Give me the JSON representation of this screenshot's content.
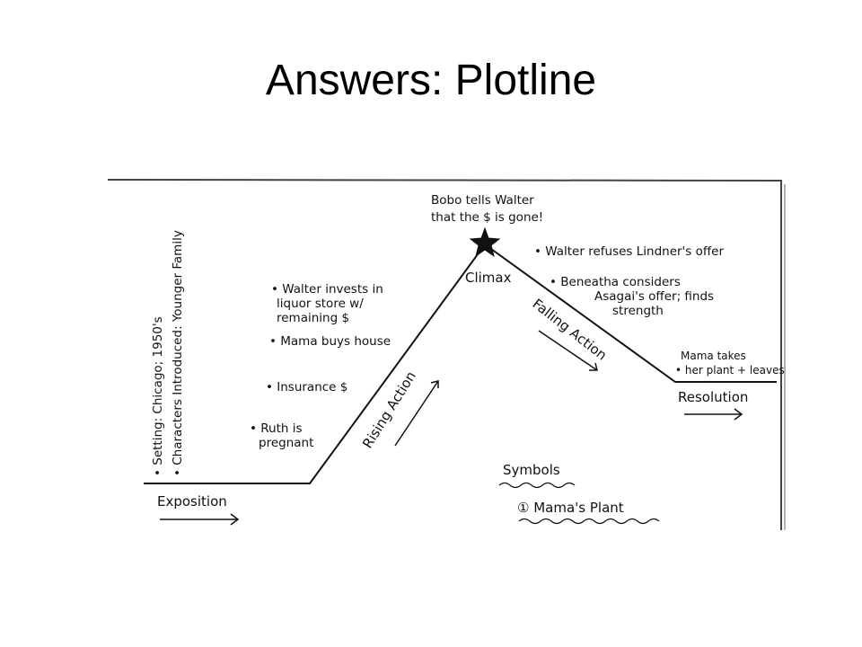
{
  "slide": {
    "title": "Answers: Plotline"
  },
  "plot": {
    "exposition": {
      "label": "Exposition",
      "setting": "• Setting: Chicago; 1950's",
      "characters": "• Characters Introduced: Younger Family"
    },
    "rising_action": {
      "label": "Rising Action",
      "events": [
        {
          "line1": "• Walter invests in",
          "line2": "liquor store w/",
          "line3": "remaining $"
        },
        {
          "line1": "• Mama buys house"
        },
        {
          "line1": "• Insurance $"
        },
        {
          "line1": "• Ruth is",
          "line2": "pregnant"
        }
      ]
    },
    "climax": {
      "label": "Climax",
      "event_line1": "Bobo tells Walter",
      "event_line2": "that the $ is gone!"
    },
    "falling_action": {
      "label": "Falling Action",
      "events": [
        {
          "line1": "• Walter refuses Lindner's offer"
        },
        {
          "line1": "• Beneatha considers",
          "line2": "Asagai's offer; finds",
          "line3": "strength"
        }
      ]
    },
    "resolution": {
      "label": "Resolution",
      "line1": "Mama takes",
      "line2": "• her plant + leaves"
    },
    "symbols": {
      "heading": "Symbols",
      "item": "① Mama's Plant"
    }
  },
  "colors": {
    "ink": "#111111",
    "frame": "#555555",
    "background": "#ffffff"
  }
}
